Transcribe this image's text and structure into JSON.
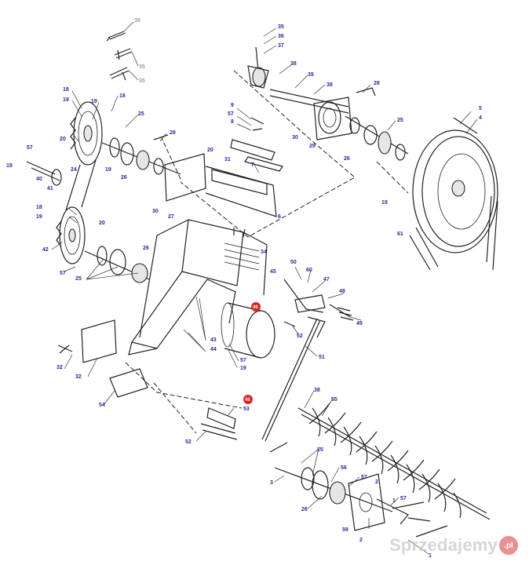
{
  "diagram": {
    "callouts_faded": [
      "35",
      "35",
      "35"
    ],
    "highlighted": [
      "46",
      "46"
    ],
    "callouts": [
      "35",
      "36",
      "37",
      "38",
      "39",
      "38",
      "28",
      "18",
      "19",
      "19",
      "18",
      "25",
      "20",
      "28",
      "24",
      "19",
      "26",
      "20",
      "31",
      "9",
      "57",
      "8",
      "30",
      "29",
      "26",
      "25",
      "5",
      "4",
      "57",
      "19",
      "40",
      "41",
      "7",
      "27",
      "30",
      "6",
      "19",
      "18",
      "19",
      "20",
      "42",
      "57",
      "25",
      "26",
      "34",
      "50",
      "60",
      "47",
      "45",
      "48",
      "49",
      "52",
      "51",
      "43",
      "44",
      "57",
      "19",
      "32",
      "32",
      "54",
      "53",
      "52",
      "38",
      "55",
      "25",
      "56",
      "57",
      "3",
      "2",
      "57",
      "26",
      "1",
      "59",
      "2",
      "1",
      "61"
    ]
  },
  "watermark": {
    "text": "Sprzedajemy",
    "badge": ".pl"
  }
}
